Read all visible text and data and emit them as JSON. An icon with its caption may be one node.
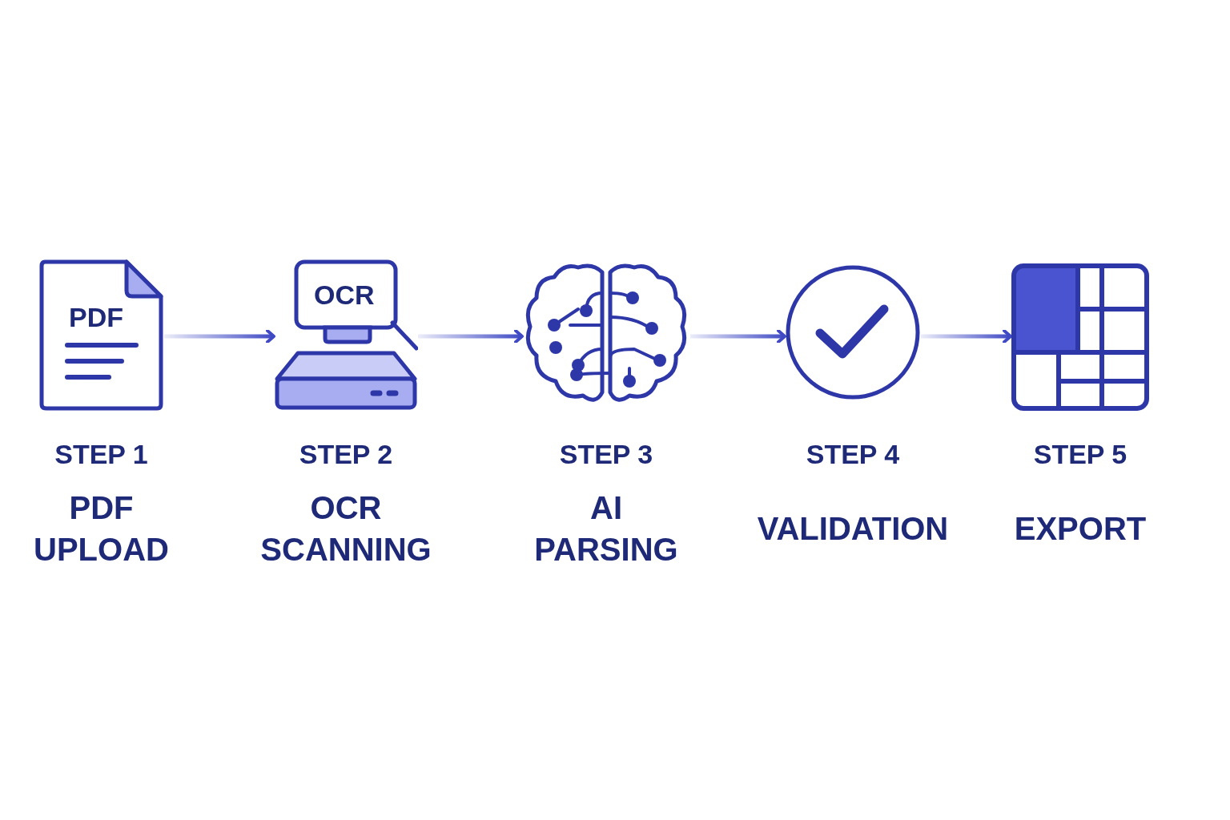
{
  "diagram": {
    "nodes": [
      {
        "text": [
          "PDF"
        ],
        "beside": [
          "STEP 1",
          "PDF UPLOAD"
        ]
      },
      {
        "text": [
          "OCR"
        ],
        "beside": [
          "STEP 2",
          "OCR SCANNING"
        ]
      },
      {
        "text": [],
        "shape": "picture",
        "beside": [
          "STEP 3",
          "AI PARSING"
        ]
      },
      {
        "text": [],
        "shape": "circle",
        "beside": [
          "STEP 4",
          "VALIDATION"
        ]
      },
      {
        "text": [],
        "shape": "picture",
        "beside": [
          "STEP 5",
          "EXPORT"
        ]
      }
    ],
    "edges": [
      {
        "from": 0,
        "to": 1,
        "arrow": "to"
      },
      {
        "from": 1,
        "to": 2,
        "arrow": "to"
      },
      {
        "from": 2,
        "to": 3,
        "arrow": "to"
      },
      {
        "from": 3,
        "to": 4,
        "arrow": "to"
      }
    ]
  }
}
